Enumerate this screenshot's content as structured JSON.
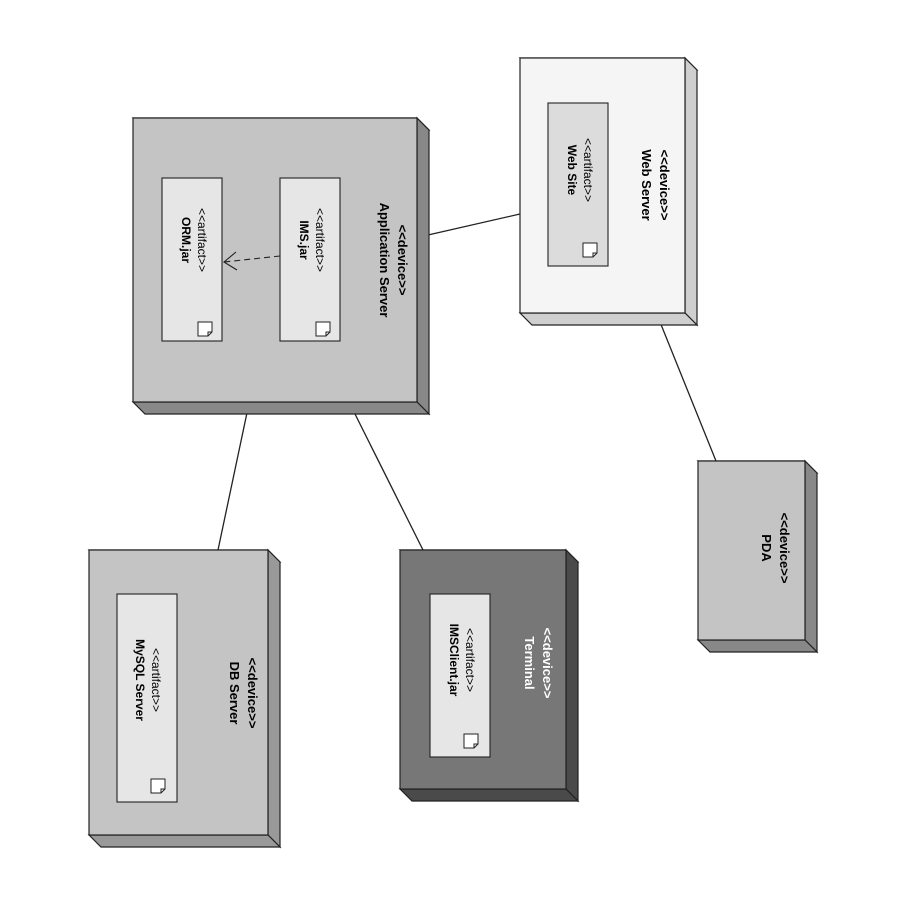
{
  "nodes": {
    "app_server": {
      "stereotype": "<<device>>",
      "name": "Application Server",
      "color": "#c4c4c4"
    },
    "web_server": {
      "stereotype": "<<device>>",
      "name": "Web Server",
      "color": "#f5f5f5"
    },
    "pda": {
      "stereotype": "<<device>>",
      "name": "PDA",
      "color": "#c4c4c4"
    },
    "db_server": {
      "stereotype": "<<device>>",
      "name": "DB Server",
      "color": "#c4c4c4"
    },
    "terminal": {
      "stereotype": "<<device>>",
      "name": "Terminal",
      "color": "#777777"
    }
  },
  "artifacts": {
    "ims_jar": {
      "stereotype": "<<artifact>>",
      "name": "IMS.jar"
    },
    "orm_jar": {
      "stereotype": "<<artifact>>",
      "name": "ORM.jar"
    },
    "web_site": {
      "stereotype": "<<artifact>>",
      "name": "Web Site"
    },
    "mysql_server": {
      "stereotype": "<<artifact>>",
      "name": "MySQL Server"
    },
    "imsclient_jar": {
      "stereotype": "<<artifact>>",
      "name": "IMSClient.jar"
    }
  }
}
